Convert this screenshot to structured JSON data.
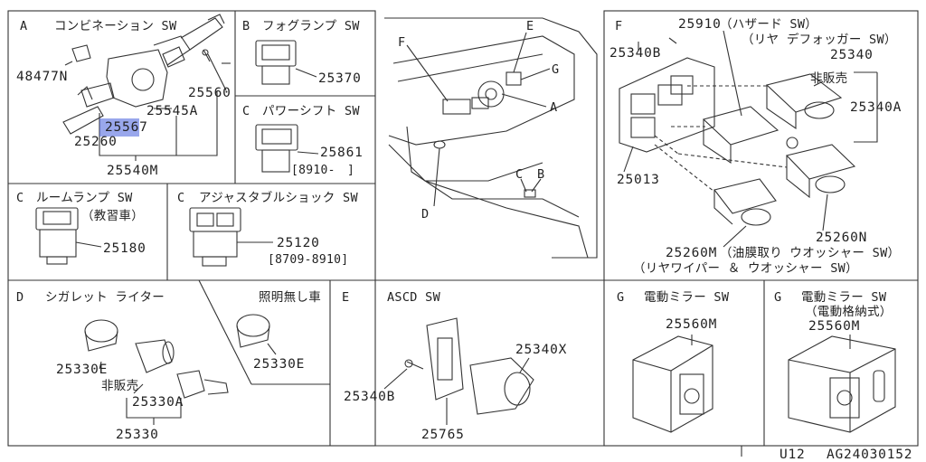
{
  "panels": {
    "A": {
      "letter": "A",
      "title": "コンビネーション SW",
      "parts": [
        "48477N",
        "25560",
        "25545A",
        "25567",
        "25260",
        "25540M"
      ]
    },
    "B": {
      "letter": "B",
      "title": "フォグランプ SW",
      "parts": [
        "25370"
      ]
    },
    "C1": {
      "letter": "C",
      "title": "パワーシフト SW",
      "parts": [
        "25861"
      ],
      "note": "[8910-　]"
    },
    "C2": {
      "letter": "C",
      "title": "ルームランプ SW",
      "subtitle": "（教習車）",
      "parts": [
        "25180"
      ]
    },
    "C3": {
      "letter": "C",
      "title": "アジャスタブルショック SW",
      "parts": [
        "25120"
      ],
      "note": "[8709-8910]"
    },
    "F": {
      "letter": "F",
      "parts": [
        "25340B",
        "25910",
        "25340",
        "25340A",
        "25013",
        "25260N",
        "25260M"
      ],
      "label_25910": "（ハザード SW）",
      "label_25910b": "（リヤ デフォッガー SW）",
      "not_sold": "非販売",
      "label_25260N": "（油膜取り ウオッシャー SW）",
      "label_25260M": "（リヤワイパー ＆ ウオッシャー SW）"
    },
    "D": {
      "letter": "D",
      "title": "シガレット ライター",
      "parts": [
        "25330E",
        "25330A",
        "25330"
      ],
      "not_sold": "非販売"
    },
    "D2": {
      "title": "照明無し車",
      "parts": [
        "25330E"
      ]
    },
    "E": {
      "letter": "E",
      "title": "ASCD SW",
      "parts": [
        "25340X",
        "25340B",
        "25765"
      ]
    },
    "G1": {
      "letter": "G",
      "title": "電動ミラー SW",
      "parts": [
        "25560M"
      ]
    },
    "G2": {
      "letter": "G",
      "title": "電動ミラー SW",
      "subtitle": "（電動格納式）",
      "parts": [
        "25560M"
      ]
    },
    "dash": {
      "callouts": [
        "F",
        "E",
        "G",
        "A",
        "C",
        "B",
        "D"
      ]
    }
  },
  "footer": {
    "left": "U12",
    "right": "AG24030152"
  },
  "highlight_color": "#4a5fdc"
}
